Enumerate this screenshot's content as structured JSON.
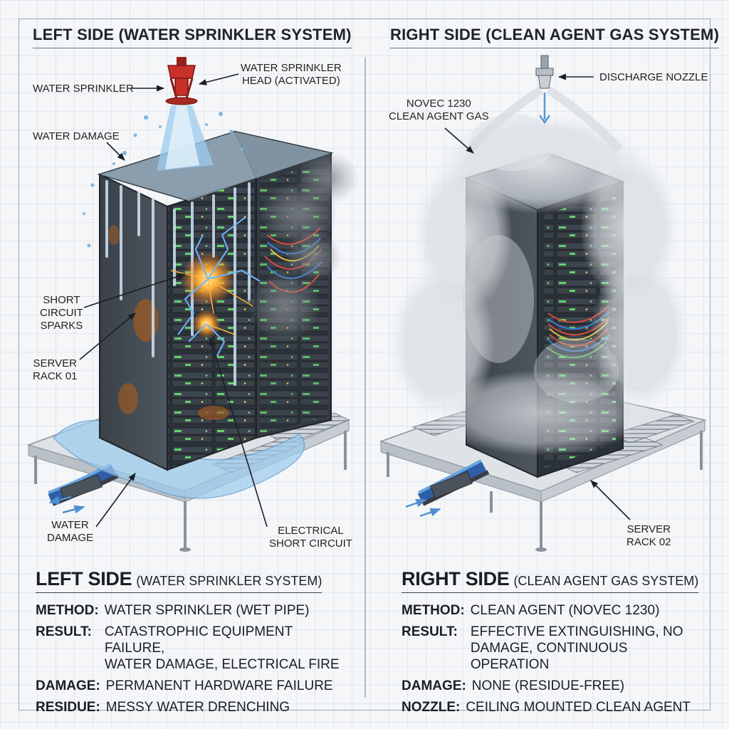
{
  "left": {
    "panel_title": "LEFT SIDE (WATER SPRINKLER SYSTEM)",
    "callouts": {
      "water_sprinkler": "WATER SPRINKLER",
      "sprinkler_head": "WATER SPRINKLER\nHEAD (ACTIVATED)",
      "water_damage_top": "WATER DAMAGE",
      "short_circuit": "SHORT\nCIRCUIT\nSPARKS",
      "server_rack": "SERVER\nRACK 01",
      "water_damage_bottom": "WATER\nDAMAGE",
      "electrical_short": "ELECTRICAL\nSHORT CIRCUIT"
    },
    "summary": {
      "heading": "LEFT SIDE",
      "heading_sub": "(WATER SPRINKLER SYSTEM)",
      "rows": [
        {
          "key": "METHOD:",
          "value": "WATER SPRINKLER (WET PIPE)"
        },
        {
          "key": "RESULT:",
          "value": "CATASTROPHIC EQUIPMENT FAILURE,\nWATER DAMAGE, ELECTRICAL FIRE"
        },
        {
          "key": "DAMAGE:",
          "value": "PERMANENT HARDWARE FAILURE"
        },
        {
          "key": "RESIDUE:",
          "value": "MESSY WATER DRENCHING"
        }
      ]
    }
  },
  "right": {
    "panel_title": "RIGHT SIDE (CLEAN AGENT GAS SYSTEM)",
    "callouts": {
      "discharge_nozzle": "DISCHARGE NOZZLE",
      "novec_gas": "NOVEC 1230\nCLEAN AGENT GAS",
      "server_rack": "SERVER\nRACK 02"
    },
    "summary": {
      "heading": "RIGHT SIDE",
      "heading_sub": "(CLEAN AGENT GAS SYSTEM)",
      "rows": [
        {
          "key": "METHOD:",
          "value": "CLEAN AGENT (NOVEC 1230)"
        },
        {
          "key": "RESULT:",
          "value": "EFFECTIVE EXTINGUISHING, NO\nDAMAGE, CONTINUOUS OPERATION"
        },
        {
          "key": "DAMAGE:",
          "value": "NONE (RESIDUE-FREE)"
        },
        {
          "key": "NOZZLE:",
          "value": "CEILING MOUNTED CLEAN AGENT"
        }
      ]
    }
  },
  "colors": {
    "sprinkler_red": "#c8302a",
    "water_blue": "#7fb6e0",
    "rack_dark": "#3e464f",
    "rust": "#9a5a26",
    "spark_orange": "#ff9a2a",
    "led_green": "#63d36a",
    "smoke_gray": "#8a8f95"
  }
}
